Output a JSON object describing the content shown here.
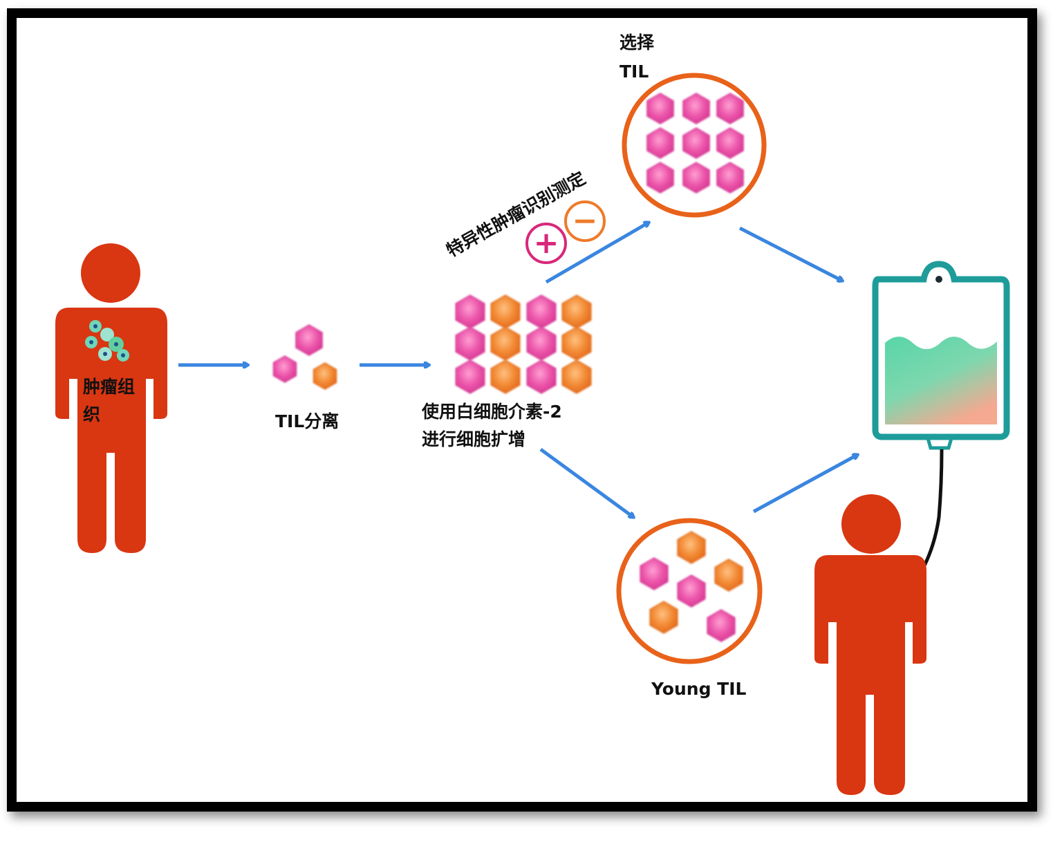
{
  "labels": {
    "tumor_tissue": "肿瘤组织",
    "til_isolation": "TIL分离",
    "expansion_line1": "使用白细胞介素-2",
    "expansion_line2": "进行细胞扩增",
    "assay": "特异性肿瘤识别测定",
    "select_line1": "选择",
    "select_line2": "TIL",
    "young_til": "Young TIL"
  },
  "symbols": {
    "plus": "+",
    "minus": "−"
  },
  "colors": {
    "person": "#d93612",
    "arrow": "#3a86e0",
    "circle_border": "#e8621a",
    "cell_pink": "#ea4fa6",
    "cell_orange": "#f0862a",
    "bag_outline": "#1d9c9a",
    "plus_ring": "#d8287a",
    "minus_ring": "#ee7a2a"
  }
}
